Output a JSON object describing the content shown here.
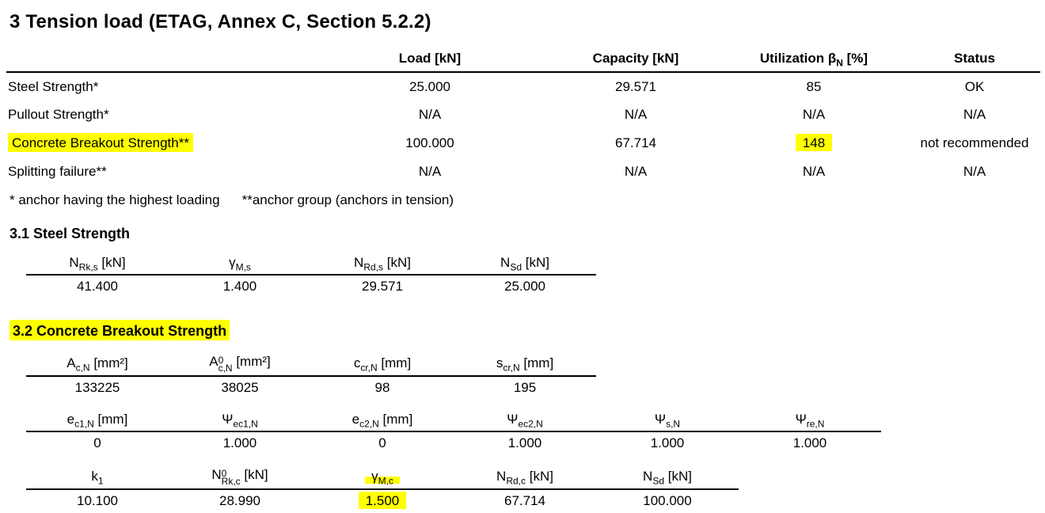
{
  "highlight_color": "#ffff00",
  "title": "3 Tension load (ETAG, Annex C, Section 5.2.2)",
  "summary": {
    "col_load": "Load [kN]",
    "col_capacity": "Capacity [kN]",
    "col_utilization": {
      "prefix": "Utilization ",
      "symbol": "β",
      "sub": "N",
      "suffix": " [%]"
    },
    "col_status": "Status",
    "rows": [
      {
        "label": "Steel Strength*",
        "load": "25.000",
        "capacity": "29.571",
        "utilization": "85",
        "status": "OK"
      },
      {
        "label": "Pullout Strength*",
        "load": "N/A",
        "capacity": "N/A",
        "utilization": "N/A",
        "status": "N/A"
      },
      {
        "label": "Concrete Breakout Strength**",
        "load": "100.000",
        "capacity": "67.714",
        "utilization": "148",
        "status": "not recommended"
      },
      {
        "label": "Splitting failure**",
        "load": "N/A",
        "capacity": "N/A",
        "utilization": "N/A",
        "status": "N/A"
      }
    ],
    "footnotes": {
      "first": "* anchor having the highest loading",
      "second": "**anchor group (anchors in tension)"
    }
  },
  "steel": {
    "heading": "3.1 Steel Strength",
    "cols": [
      {
        "base": "N",
        "sub": "Rk,s",
        "unit": " [kN]",
        "value": "41.400"
      },
      {
        "base": "γ",
        "sub": "M,s",
        "unit": "",
        "value": "1.400"
      },
      {
        "base": "N",
        "sub": "Rd,s",
        "unit": " [kN]",
        "value": "29.571"
      },
      {
        "base": "N",
        "sub": "Sd",
        "unit": " [kN]",
        "value": "25.000"
      }
    ]
  },
  "concrete": {
    "heading": "3.2 Concrete Breakout Strength",
    "row1": [
      {
        "base": "A",
        "sub": "c,N",
        "unit": " [mm²]",
        "value": "133225"
      },
      {
        "base": "A",
        "sup": "0",
        "sub": "c,N",
        "unit": " [mm²]",
        "value": "38025"
      },
      {
        "base": "c",
        "sub": "cr,N",
        "unit": " [mm]",
        "value": "98"
      },
      {
        "base": "s",
        "sub": "cr,N",
        "unit": " [mm]",
        "value": "195"
      }
    ],
    "row2": [
      {
        "base": "e",
        "sub": "c1,N",
        "unit": " [mm]",
        "value": "0"
      },
      {
        "base": "Ψ",
        "sub": "ec1,N",
        "unit": "",
        "value": "1.000"
      },
      {
        "base": "e",
        "sub": "c2,N",
        "unit": " [mm]",
        "value": "0"
      },
      {
        "base": "Ψ",
        "sub": "ec2,N",
        "unit": "",
        "value": "1.000"
      },
      {
        "base": "Ψ",
        "sub": "s,N",
        "unit": "",
        "value": "1.000"
      },
      {
        "base": "Ψ",
        "sub": "re,N",
        "unit": "",
        "value": "1.000"
      }
    ],
    "row3": [
      {
        "base": "k",
        "sub": "1",
        "unit": "",
        "value": "10.100"
      },
      {
        "base": "N",
        "sup": "0",
        "sub": "Rk,c",
        "unit": " [kN]",
        "value": "28.990"
      },
      {
        "base": "γ",
        "sub": "M,c",
        "unit": "",
        "value": "1.500"
      },
      {
        "base": "N",
        "sub": "Rd,c",
        "unit": " [kN]",
        "value": "67.714"
      },
      {
        "base": "N",
        "sub": "Sd",
        "unit": " [kN]",
        "value": "100.000"
      }
    ]
  }
}
